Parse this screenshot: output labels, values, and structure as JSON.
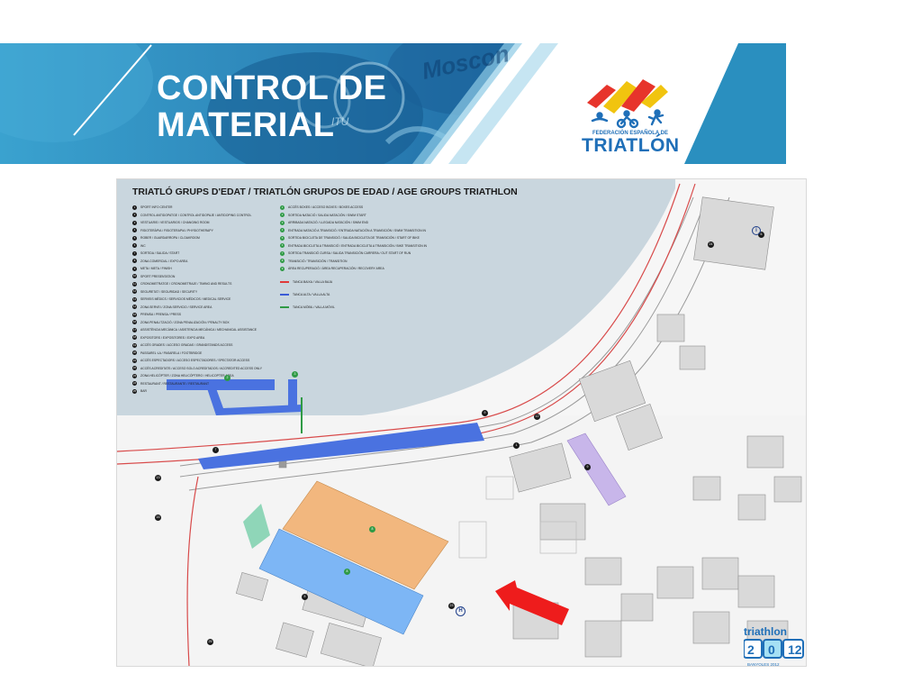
{
  "slide": {
    "title_line_1": "CONTROL DE",
    "title_line_2": "MATERIAL"
  },
  "banner_background_text": {
    "sponsor": "Moscon",
    "itu": "ITU"
  },
  "federation_logo": {
    "small_text": "FEDERACIÓN ESPAÑOLA DE",
    "big_text": "TRIATLÓN"
  },
  "map": {
    "title": "TRIATLÓ GRUPS D'EDAT / TRIATLÓN GRUPOS DE EDAD / AGE GROUPS TRIATHLON",
    "legend_left": [
      {
        "n": "1",
        "text": "SPORT INFO CENTER"
      },
      {
        "n": "2",
        "text": "CONTROL ANTIDOPATGE / CONTROL ANTIDOPAJE / ANTIDOPING CONTROL"
      },
      {
        "n": "3",
        "text": "VESTUARIS / VESTUARIOS / CHANGING ROOM"
      },
      {
        "n": "4",
        "text": "FISIOTERÀPIA / FISIOTERAPIA / PHYSIOTHERAPY"
      },
      {
        "n": "5",
        "text": "ROBER / GUARDARROPA / CLOAKROOM"
      },
      {
        "n": "6",
        "text": "WC"
      },
      {
        "n": "7",
        "text": "SORTIDA / SALIDA / START"
      },
      {
        "n": "8",
        "text": "ZONA COMERCIAL / EXPO AREA"
      },
      {
        "n": "9",
        "text": "META / META / FINISH"
      },
      {
        "n": "10",
        "text": "SPORT PRESENTATION"
      },
      {
        "n": "11",
        "text": "CRONOMETRATGE / CRONOMETRAJE / TIMING AND RESULTS"
      },
      {
        "n": "12",
        "text": "SEGURETAT / SEGURIDAD / SECURITY"
      },
      {
        "n": "13",
        "text": "SERVEIS MÈDICS / SERVICIOS MÉDICOS / MEDICAL SERVICE"
      },
      {
        "n": "14",
        "text": "ZONA SERVEI / ZONA SERVICIO / SERVICE AREA"
      },
      {
        "n": "15",
        "text": "PREMSA / PRENSA / PRESS"
      },
      {
        "n": "16",
        "text": "ZONA PENALITZACIÓ / ZONA PENALIZACIÓN / PENALTY BOX"
      },
      {
        "n": "17",
        "text": "ASSISTÈNCIA MECÀNICA / ASISTENCIA MECÁNICA / MECHANICAL ASSISTANCE"
      },
      {
        "n": "18",
        "text": "EXPOSITORS / EXPOSITORES / EXPO AREA"
      },
      {
        "n": "19",
        "text": "ACCÉS GRADES / ACCESO GRADAS / GRANDSTANDS ACCESS"
      },
      {
        "n": "20",
        "text": "PASSAREL·LA / PASARELA / FOOTBRIDGE"
      },
      {
        "n": "21",
        "text": "ACCÉS ESPECTADORS / ACCESO ESPECTADORES / SPECTATOR ACCESS"
      },
      {
        "n": "22",
        "text": "ACCÉS ACREDITATS / ACCESO SOLO ACREDITADOS / ACCREDITED ACCESS ONLY"
      },
      {
        "n": "23",
        "text": "ZONA HELICÒPTER / ZONA HELICÓPTERO / HELICOPTER AREA"
      },
      {
        "n": "24",
        "text": "RESTAURANT / RESTAURANTE / RESTAURANT"
      },
      {
        "n": "25",
        "text": "BAR"
      }
    ],
    "legend_right": [
      {
        "n": "1",
        "text": "ACCÉS BOXES / ACCESO BOXES / BOXES ACCESS"
      },
      {
        "n": "2",
        "text": "SORTIDA NATACIÓ / SALIDA NATACIÓN / SWIM START"
      },
      {
        "n": "3",
        "text": "ARRIBADA NATACIÓ / LLEGADA NATACIÓN / SWIM END"
      },
      {
        "n": "4",
        "text": "ENTRADA NATACIÓ A TRANSICIÓ / ENTRADA NATACIÓN A TRANSICIÓN / SWIM TRANSITION IN"
      },
      {
        "n": "5",
        "text": "SORTIDA BICICLETA DE TRANSICIÓ / SALIDA BICICLETA DE TRANSICIÓN / START OF BIKE"
      },
      {
        "n": "6",
        "text": "ENTRADA BICICLETA A TRANSICIÓ / ENTRADA BICICLETA A TRANSICIÓN / BIKE TRANSITION IN"
      },
      {
        "n": "7",
        "text": "SORTIDA TRANSICIÓ CURSA / SALIDA TRANSICIÓN CARRERA / OUT START OF RUN"
      },
      {
        "n": "8",
        "text": "TRANSICIÓ / TRANSICIÓN / TRANSITION"
      },
      {
        "n": "9",
        "text": "ÀREA RECUPERACIÓ / ÁREA RECUPERACIÓN / RECOVERY AREA"
      }
    ],
    "line_legend": [
      {
        "color": "#e03a3a",
        "text": "TANCA BAIXA / VALLA BAJA"
      },
      {
        "color": "#3b5bd6",
        "text": "TANCA ALTA / VALLA ALTA"
      },
      {
        "color": "#2f9a45",
        "text": "TANCA MÒBIL / VALLA MÓVIL"
      }
    ]
  },
  "event_logo": {
    "word": "triathlon",
    "subtitle": "BANYOLES 2012"
  },
  "colors": {
    "banner_blue": "#2a8fbf",
    "water": "#c9d6de",
    "swim_course": "#4a72e0",
    "transition_orange": "#f2b77e",
    "transition_blue": "#7db6f5",
    "recovery_purple": "#c8b6ea",
    "arrow_red": "#ee1c1c",
    "route_red": "#d84a4a"
  }
}
